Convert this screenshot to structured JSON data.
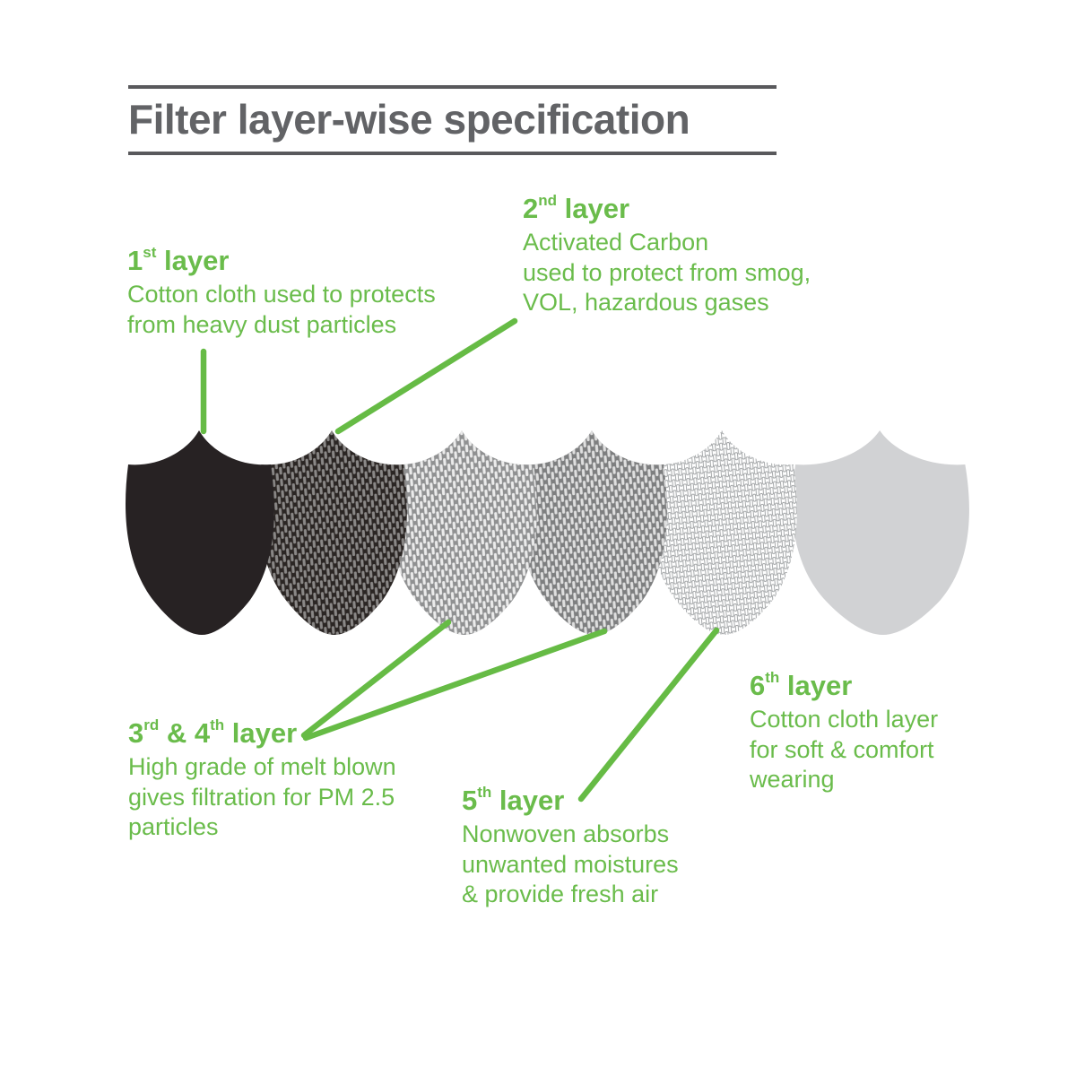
{
  "title": "Filter layer-wise specification",
  "colors": {
    "green_text": "#6abc4b",
    "line_green": "#66bb45",
    "title_gray": "#626366",
    "rule_gray": "#59595c",
    "mask1_fill": "#272223",
    "mask2_base": "#2b2624",
    "mask3_base": "#909192",
    "mask4_base": "#7e7f80",
    "mask5_base": "#ffffff",
    "mask5_stitch": "#9b9ea0",
    "mask6_fill": "#d1d2d4",
    "stitch_white": "#ffffff"
  },
  "labels": {
    "l1": {
      "heading": [
        {
          "t": "1"
        },
        {
          "t": "st",
          "sup": true
        },
        {
          "t": " layer"
        }
      ],
      "desc": "Cotton cloth used to protects\nfrom heavy dust particles"
    },
    "l2": {
      "heading": [
        {
          "t": "2"
        },
        {
          "t": "nd",
          "sup": true
        },
        {
          "t": " layer"
        }
      ],
      "desc": "Activated Carbon\nused to protect from smog,\nVOL, hazardous gases"
    },
    "l34": {
      "heading": [
        {
          "t": "3"
        },
        {
          "t": "rd",
          "sup": true
        },
        {
          "t": " & 4"
        },
        {
          "t": "th",
          "sup": true
        },
        {
          "t": " layer"
        }
      ],
      "desc": "High grade of melt blown\ngives filtration for PM 2.5\nparticles"
    },
    "l5": {
      "heading": [
        {
          "t": "5"
        },
        {
          "t": "th",
          "sup": true
        },
        {
          "t": " layer"
        }
      ],
      "desc": "Nonwoven absorbs\nunwanted moistures\n& provide fresh air"
    },
    "l6": {
      "heading": [
        {
          "t": "6"
        },
        {
          "t": "th",
          "sup": true
        },
        {
          "t": " layer"
        }
      ],
      "desc": "Cotton cloth layer\nfor soft & comfort\nwearing"
    }
  },
  "masks": [
    {
      "layer": "1",
      "texture": "solid dark cotton"
    },
    {
      "layer": "2",
      "texture": "dark activated-carbon mesh"
    },
    {
      "layer": "3",
      "texture": "gray melt-blown mesh"
    },
    {
      "layer": "4",
      "texture": "gray melt-blown mesh"
    },
    {
      "layer": "5",
      "texture": "white nonwoven mesh"
    },
    {
      "layer": "6",
      "texture": "solid light cotton"
    }
  ]
}
